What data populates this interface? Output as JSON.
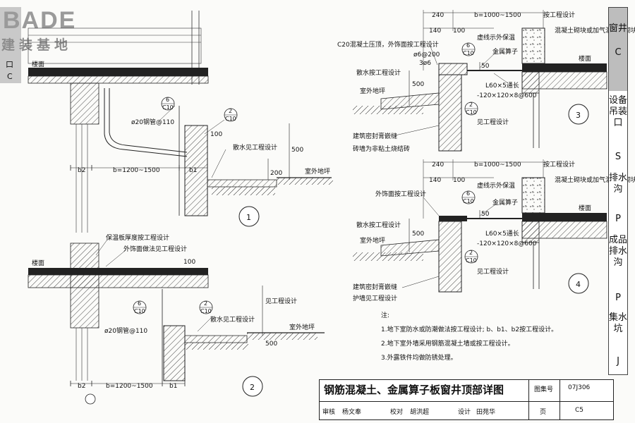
{
  "watermark": {
    "brand": "BADE",
    "brand_sub": "建装基地"
  },
  "sidebar_left": {
    "label": "口",
    "code": "C"
  },
  "sidebar_right": {
    "sections": [
      {
        "name": "窗井",
        "code": "C"
      },
      {
        "name": "设备吊装口",
        "code": "S"
      },
      {
        "name": "排水沟",
        "code": "P"
      },
      {
        "name": "成品排水沟",
        "code": "P"
      },
      {
        "name": "集水坑",
        "code": "J"
      }
    ]
  },
  "detail1": {
    "number": "1",
    "floor": "楼面",
    "ref_top": {
      "num": "6",
      "sheet": "C10"
    },
    "ref_side": {
      "num": "2",
      "sheet": "C10"
    },
    "pipe": "ø20钢管@110",
    "dim_100": "100",
    "dim_500": "500",
    "dim_200": "200",
    "apron_note": "散水见工程设计",
    "grade": "室外地坪",
    "dim_b2": "b2",
    "dim_b": "b=1200~1500",
    "dim_b1": "b1"
  },
  "detail2": {
    "number": "2",
    "floor": "楼面",
    "insulation_note": "保温板厚度按工程设计",
    "finish_note": "外饰面做法见工程设计",
    "dim_100": "100",
    "ref_top": {
      "num": "6",
      "sheet": "C10"
    },
    "ref_side": {
      "num": "2",
      "sheet": "C10"
    },
    "pipe": "ø20钢管@110",
    "apron_note": "散水见工程设计",
    "dim_500": "500",
    "dim_design": "见工程设计",
    "grade": "室外地坪",
    "dim_b2": "b2",
    "dim_b": "b=1200~1500",
    "dim_b1": "b1"
  },
  "detail3": {
    "number": "3",
    "dim_240": "240",
    "dim_b": "b=1000~1500",
    "dim_140": "140",
    "dim_100": "100",
    "per_design": "按工程设计",
    "coping_note": "C20混凝土压顶，外饰面按工程设计",
    "ref": {
      "num": "6",
      "sheet": "C10"
    },
    "rebar1": "ø6@200",
    "rebar2": "3ø6",
    "dashed_note": "虚线示外保温",
    "grating": "金属算子",
    "block_note": "混凝土砌块或加气混凝土砌块墙",
    "floor": "楼面",
    "apron_note": "散水按工程设计",
    "dim_500": "500",
    "dim_50": "50",
    "grade": "室外地坪",
    "angle": "L60×5通长",
    "plate": "-120×120×8@600",
    "ref_low": {
      "num": "2",
      "sheet": "C10"
    },
    "design_note": "见工程设计",
    "sealant": "建筑密封膏嵌缝",
    "wall_note": "砖墙为非粘土烧结砖"
  },
  "detail4": {
    "number": "4",
    "dim_240": "240",
    "dim_b": "b=1000~1500",
    "dim_140": "140",
    "dim_100": "100",
    "per_design": "按工程设计",
    "dashed_note": "虚线示外保温",
    "finish_note": "外饰面按工程设计",
    "ref": {
      "num": "6",
      "sheet": "C10"
    },
    "grating": "金属算子",
    "block_note": "混凝土砌块或加气混凝土砌块墙",
    "floor": "楼面",
    "apron_note": "散水按工程设计",
    "dim_500": "500",
    "dim_50": "50",
    "grade": "室外地坪",
    "angle": "L60×5通长",
    "plate": "-120×120×8@600",
    "ref_low": {
      "num": "2",
      "sheet": "C10"
    },
    "design_note": "见工程设计",
    "sealant": "建筑密封膏嵌缝",
    "guard_wall": "护墙见工程设计"
  },
  "notes": {
    "heading": "注:",
    "items": [
      "1.地下室防水或防潮做法按工程设计; b、b1、b2按工程设计。",
      "2.地下室外墙采用钢筋混凝土墙或按工程设计。",
      "3.外露铁件均做防锈处理。"
    ]
  },
  "title_block": {
    "title": "钢筋混凝土、金属算子板窗井顶部详图",
    "atlas_label": "图集号",
    "atlas_no": "07J306",
    "review_label": "审核",
    "reviewer": "杨文奉",
    "check_label": "校对",
    "checker": "胡洪超",
    "design_label": "设计",
    "designer": "田苑华",
    "page_label": "页",
    "page_no": "C5"
  }
}
